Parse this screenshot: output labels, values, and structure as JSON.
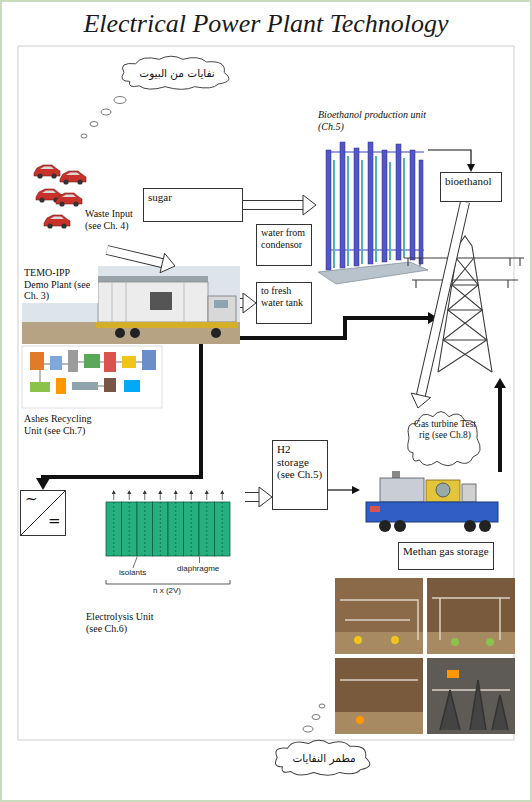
{
  "diagram": {
    "title": "Electrical Power Plant Technology",
    "nodes": [
      {
        "text": [
          "نفايات من البيوت"
        ]
      },
      {
        "text": [
          "Waste Input (see Ch. 4)"
        ]
      },
      {
        "text": [
          "sugar"
        ]
      },
      {
        "text": [
          "Bioethanol production unit (Ch.5)"
        ]
      },
      {
        "text": [
          "bioethanol"
        ]
      },
      {
        "text": [
          "water from condensor"
        ]
      },
      {
        "text": [
          "to fresh water tank"
        ]
      },
      {
        "text": [
          "TEMO-IPP Demo Plant (see Ch. 3)"
        ]
      },
      {
        "text": [
          "Ashes Recycling Unit (see Ch.7)"
        ]
      },
      {
        "text": [
          "~",
          "="
        ]
      },
      {
        "text": [
          "Electrolysis Unit (see Ch.6)"
        ]
      },
      {
        "text": [
          "H2 storage (see Ch.5)"
        ]
      },
      {
        "text": [
          "Gas turbine Test rig (see Ch.8)"
        ]
      },
      {
        "text": [
          "Methan gas storage"
        ]
      },
      {
        "text": [
          "مطمر النفايات"
        ]
      }
    ],
    "edges": [
      {
        "from": 1,
        "to": 7,
        "arrow": "to"
      },
      {
        "from": 2,
        "to": 3,
        "arrow": "to"
      },
      {
        "from": 3,
        "to": 4,
        "arrow": "to"
      },
      {
        "from": 4,
        "to": 12,
        "arrow": "to"
      },
      {
        "from": 7,
        "to": 6,
        "arrow": "to"
      },
      {
        "from": 7,
        "to": 9,
        "arrow": "to"
      },
      {
        "from": 10,
        "to": 11,
        "arrow": "to"
      },
      {
        "from": 11,
        "to": 12,
        "arrow": "to"
      }
    ],
    "labels": [
      "isolants",
      "diaphragme",
      "n x (2V)"
    ]
  }
}
